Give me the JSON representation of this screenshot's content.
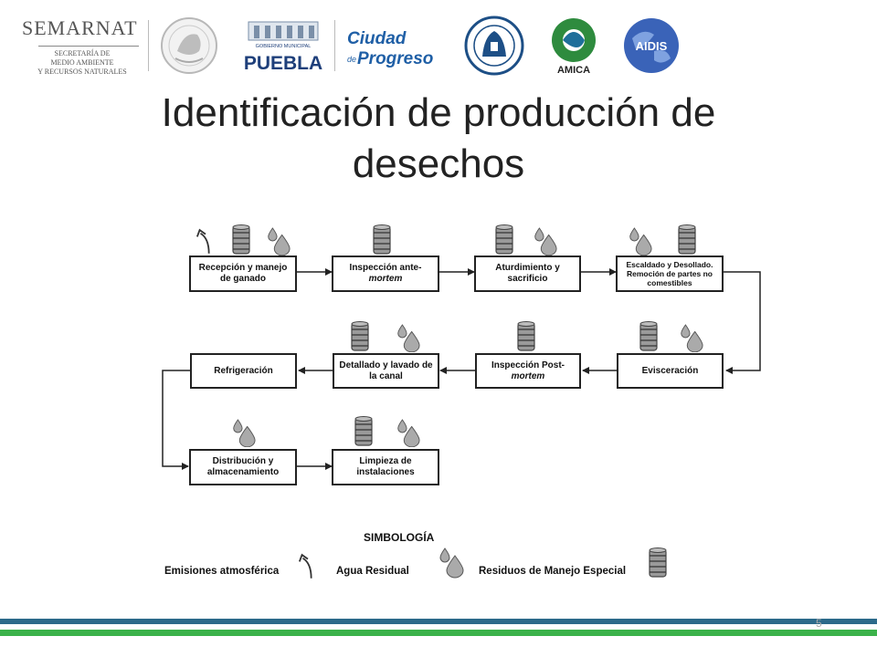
{
  "logos": {
    "semarnat_title": "SEMARNAT",
    "semarnat_sub1": "SECRETARÍA DE",
    "semarnat_sub2": "MEDIO AMBIENTE",
    "semarnat_sub3": "Y RECURSOS NATURALES",
    "puebla_small": "GOBIERNO MUNICIPAL",
    "puebla": "PUEBLA",
    "ciudad": "Ciudad",
    "progreso_de": "de",
    "progreso": "Progreso",
    "amica": "AMICA",
    "aidis": "AIDIS"
  },
  "title": {
    "line1": "Identificación de producción de",
    "line2": "desechos"
  },
  "diagram": {
    "nodes": [
      {
        "id": "recepcion",
        "line1": "Recepción y manejo",
        "line2": "de ganado",
        "line3": ""
      },
      {
        "id": "inspeccion-ante",
        "line1": "Inspección ante-",
        "line2": "mortem",
        "line3": ""
      },
      {
        "id": "aturdimiento",
        "line1": "Aturdimiento y",
        "line2": "sacrificio",
        "line3": ""
      },
      {
        "id": "escaldado",
        "line1": "Escaldado y Desollado.",
        "line2": "Remoción de partes no",
        "line3": "comestibles"
      },
      {
        "id": "evisceracion",
        "line1": "Evisceración",
        "line2": "",
        "line3": ""
      },
      {
        "id": "inspeccion-post",
        "line1": "Inspección Post-",
        "line2": "mortem",
        "line3": ""
      },
      {
        "id": "detallado",
        "line1": "Detallado y lavado de",
        "line2": "la canal",
        "line3": ""
      },
      {
        "id": "refrigeracion",
        "line1": "Refrigeración",
        "line2": "",
        "line3": ""
      },
      {
        "id": "distribucion",
        "line1": "Distribución y",
        "line2": "almacenamiento",
        "line3": ""
      },
      {
        "id": "limpieza",
        "line1": "Limpieza de",
        "line2": "instalaciones",
        "line3": ""
      }
    ]
  },
  "legend": {
    "title": "SIMBOLOGÍA",
    "emisiones": "Emisiones atmosférica",
    "agua": "Agua Residual",
    "residuos": "Residuos de Manejo Especial"
  },
  "footer": {
    "page_number": "5",
    "bar_colors": [
      "#2c6a8a",
      "#3bb24a"
    ]
  }
}
